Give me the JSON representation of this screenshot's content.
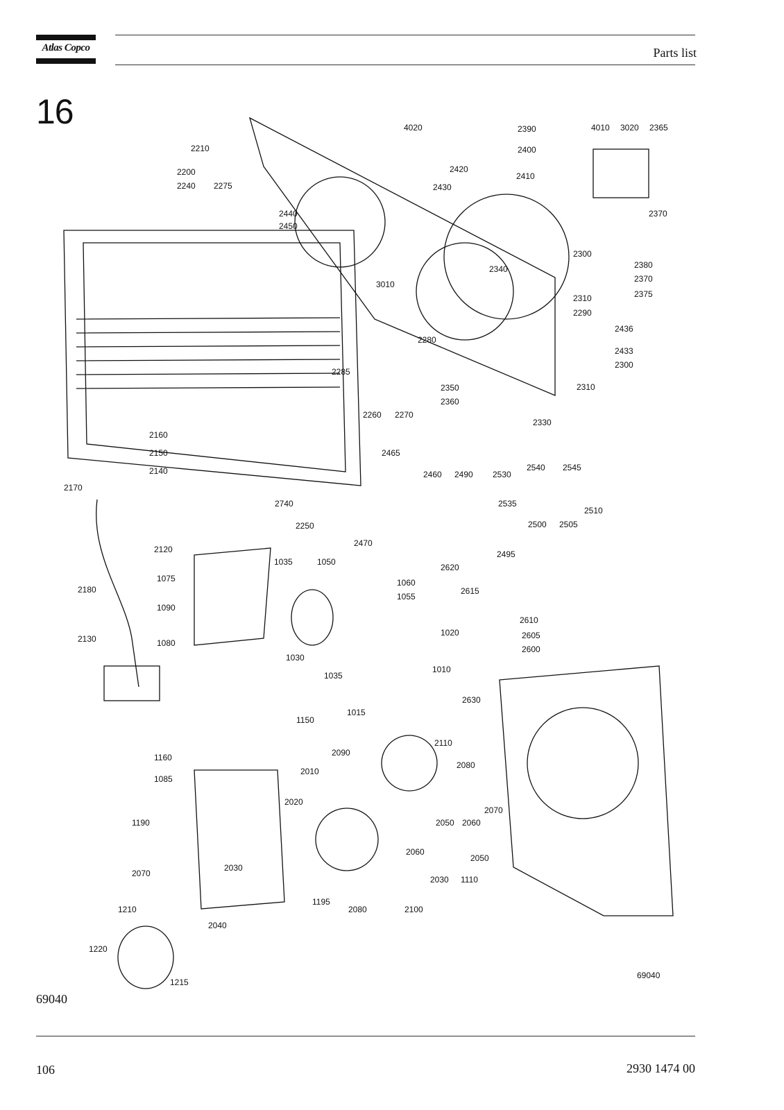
{
  "header": {
    "brand": "Atlas Copco",
    "title": "Parts list"
  },
  "section": {
    "number": "16"
  },
  "figure": {
    "code_inside": "69040",
    "callouts": [
      "2210",
      "2200",
      "2240",
      "2275",
      "4020",
      "2390",
      "4010",
      "3020",
      "2365",
      "2400",
      "2420",
      "2430",
      "2410",
      "2370",
      "2440",
      "2450",
      "2300",
      "2380",
      "2340",
      "3010",
      "2370",
      "2310",
      "2375",
      "2290",
      "2436",
      "2280",
      "2433",
      "2285",
      "2300",
      "2310",
      "2350",
      "2360",
      "2260",
      "2270",
      "2330",
      "2160",
      "2150",
      "2465",
      "2140",
      "2540",
      "2545",
      "2460",
      "2490",
      "2530",
      "2170",
      "2535",
      "2510",
      "2740",
      "2500",
      "2505",
      "2250",
      "2470",
      "2495",
      "2120",
      "1035",
      "1050",
      "2620",
      "1075",
      "1060",
      "2180",
      "1055",
      "2615",
      "1090",
      "2610",
      "1020",
      "2605",
      "2130",
      "1080",
      "2600",
      "1030",
      "1010",
      "1035",
      "2630",
      "1015",
      "1150",
      "2110",
      "1160",
      "2090",
      "2080",
      "2010",
      "1085",
      "2020",
      "2070",
      "2050",
      "2060",
      "1190",
      "2060",
      "2050",
      "2030",
      "1110",
      "2070",
      "1195",
      "2030",
      "2080",
      "2100",
      "2040",
      "1210",
      "1220",
      "1215"
    ]
  },
  "footer": {
    "figure_code": "69040",
    "page": "106",
    "doc_number": "2930 1474 00"
  }
}
